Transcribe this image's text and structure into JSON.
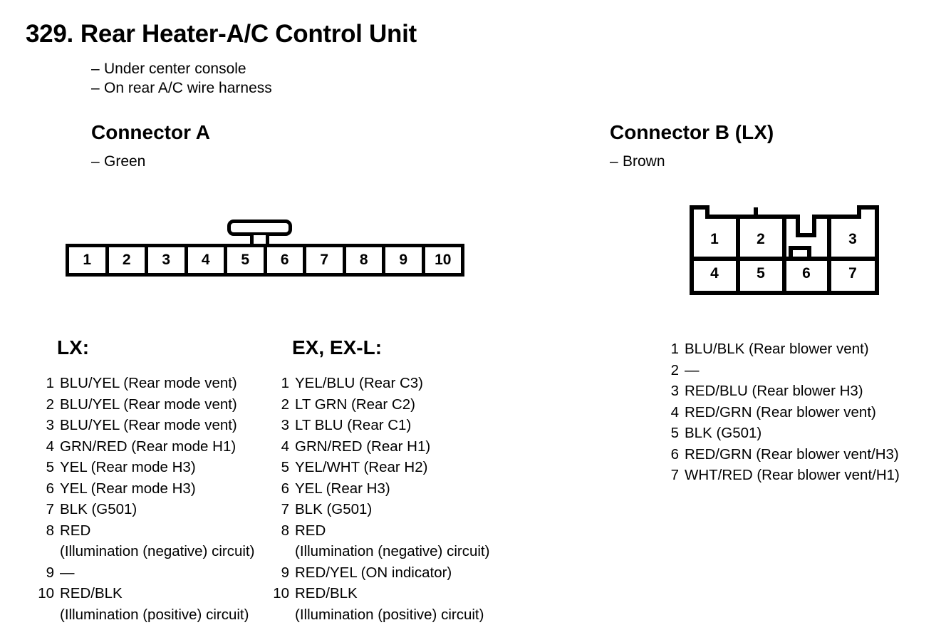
{
  "title": {
    "number": "329.",
    "text": "Rear Heater-A/C Control Unit"
  },
  "notes": [
    "Under center console",
    "On rear A/C wire harness"
  ],
  "connector_a": {
    "heading": "Connector A",
    "color_note": "Green",
    "pins": [
      "1",
      "2",
      "3",
      "4",
      "5",
      "6",
      "7",
      "8",
      "9",
      "10"
    ]
  },
  "connector_b": {
    "heading": "Connector B (LX)",
    "color_note": "Brown",
    "pins_top": [
      "1",
      "2",
      "3"
    ],
    "pins_bottom": [
      "4",
      "5",
      "6",
      "7"
    ]
  },
  "lists": {
    "lx": {
      "heading": "LX:",
      "rows": [
        {
          "num": "1",
          "text": "BLU/YEL (Rear mode vent)"
        },
        {
          "num": "2",
          "text": "BLU/YEL (Rear mode vent)"
        },
        {
          "num": "3",
          "text": "BLU/YEL (Rear mode vent)"
        },
        {
          "num": "4",
          "text": "GRN/RED (Rear mode H1)"
        },
        {
          "num": "5",
          "text": "YEL (Rear mode H3)"
        },
        {
          "num": "6",
          "text": "YEL (Rear mode H3)"
        },
        {
          "num": "7",
          "text": "BLK (G501)"
        },
        {
          "num": "8",
          "text": "RED",
          "cont": "(Illumination (negative) circuit)"
        },
        {
          "num": "9",
          "text": "—"
        },
        {
          "num": "10",
          "text": "RED/BLK",
          "cont": "(Illumination (positive) circuit)"
        }
      ]
    },
    "ex": {
      "heading": "EX, EX-L:",
      "rows": [
        {
          "num": "1",
          "text": "YEL/BLU (Rear C3)"
        },
        {
          "num": "2",
          "text": "LT GRN (Rear C2)"
        },
        {
          "num": "3",
          "text": "LT BLU (Rear C1)"
        },
        {
          "num": "4",
          "text": "GRN/RED (Rear H1)"
        },
        {
          "num": "5",
          "text": "YEL/WHT (Rear H2)"
        },
        {
          "num": "6",
          "text": "YEL (Rear H3)"
        },
        {
          "num": "7",
          "text": "BLK (G501)"
        },
        {
          "num": "8",
          "text": "RED",
          "cont": "(Illumination (negative) circuit)"
        },
        {
          "num": "9",
          "text": "RED/YEL (ON indicator)"
        },
        {
          "num": "10",
          "text": "RED/BLK",
          "cont": "(Illumination (positive) circuit)"
        }
      ]
    },
    "connector_b": {
      "rows": [
        {
          "num": "1",
          "text": "BLU/BLK (Rear blower vent)"
        },
        {
          "num": "2",
          "text": "—"
        },
        {
          "num": "3",
          "text": "RED/BLU (Rear blower H3)"
        },
        {
          "num": "4",
          "text": "RED/GRN (Rear blower vent)"
        },
        {
          "num": "5",
          "text": "BLK (G501)"
        },
        {
          "num": "6",
          "text": "RED/GRN (Rear blower vent/H3)"
        },
        {
          "num": "7",
          "text": "WHT/RED (Rear blower vent/H1)"
        }
      ]
    }
  },
  "colors": {
    "ink": "#000000",
    "paper": "#ffffff"
  }
}
